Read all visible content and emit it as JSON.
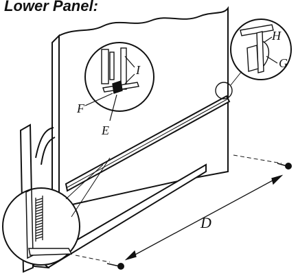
{
  "title": "Lower Panel:",
  "labels": {
    "d": "D",
    "e": "E",
    "f": "F",
    "g": "G",
    "h": "H",
    "i": "I"
  },
  "colors": {
    "ink": "#111111",
    "paper": "#ffffff"
  }
}
